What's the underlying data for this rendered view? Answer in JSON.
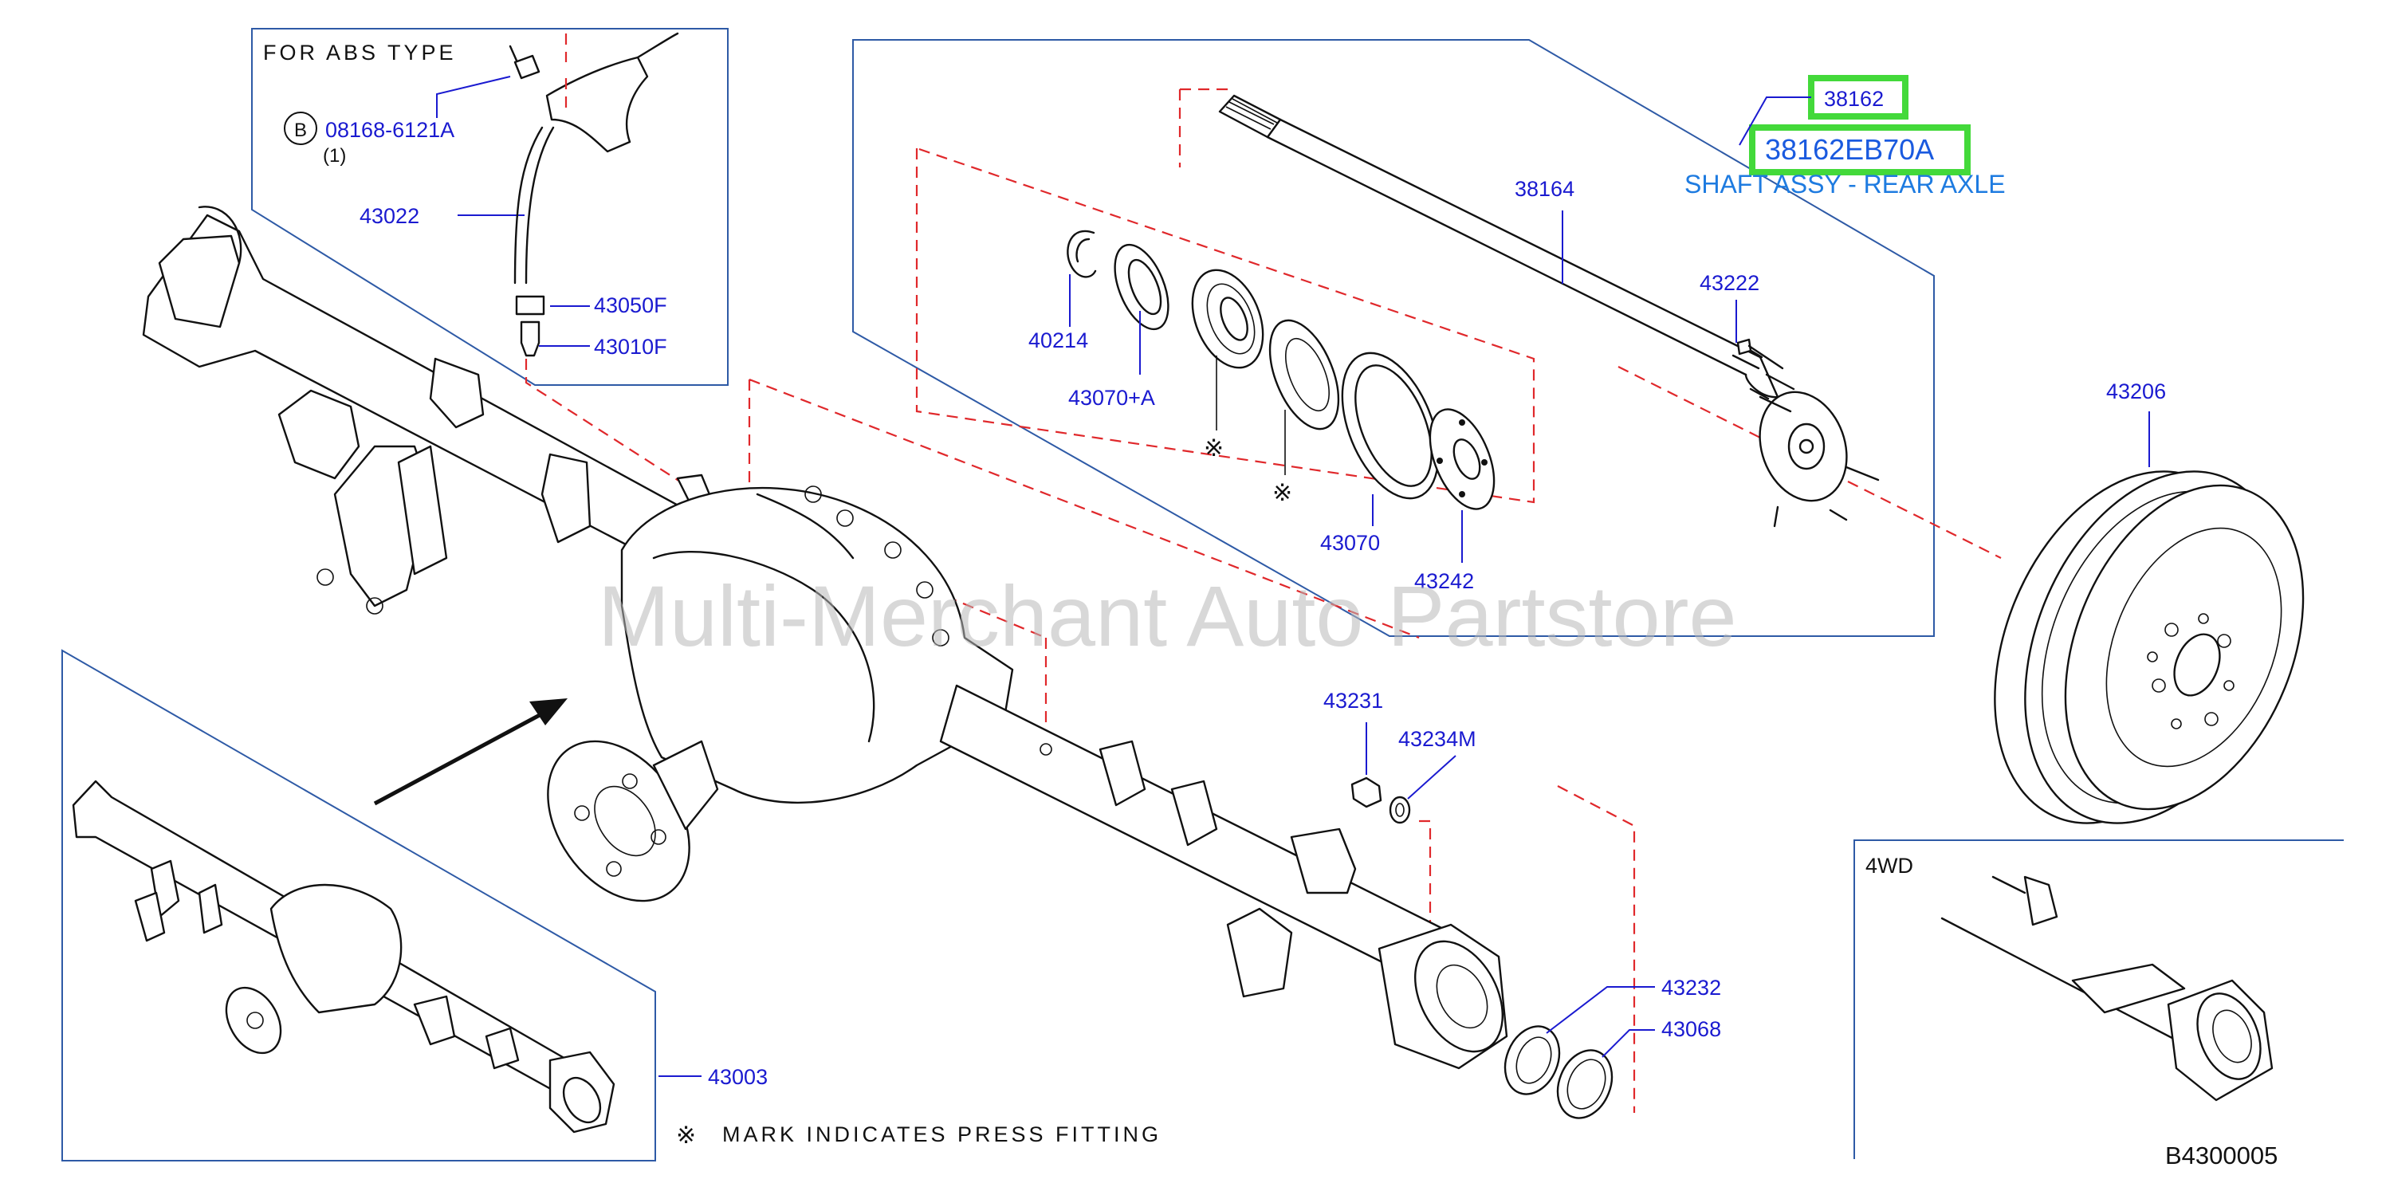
{
  "diagram": {
    "abs_note": "FOR  ABS  TYPE",
    "bolt_circle_letter": "B",
    "bolt_part": "08168-6121A",
    "bolt_qty": "(1)",
    "press_fit_symbol": "※",
    "press_fit_note": "MARK  INDICATES  PRESS  FITTING",
    "fwd_label": "4WD",
    "diagram_code": "B4300005",
    "watermark": "Multi-Merchant Auto Partstore",
    "highlight_ref": "38162",
    "highlight_part": "38162EB70A",
    "highlight_name": "SHAFT ASSY - REAR AXLE",
    "parts": {
      "p43022": "43022",
      "p43050F": "43050F",
      "p43010F": "43010F",
      "p40214": "40214",
      "p43070A": "43070+A",
      "p38164": "38164",
      "p43222": "43222",
      "p43206": "43206",
      "p43070": "43070",
      "p43242": "43242",
      "p43231": "43231",
      "p43234M": "43234M",
      "p43232": "43232",
      "p43068": "43068",
      "p43003": "43003"
    }
  }
}
